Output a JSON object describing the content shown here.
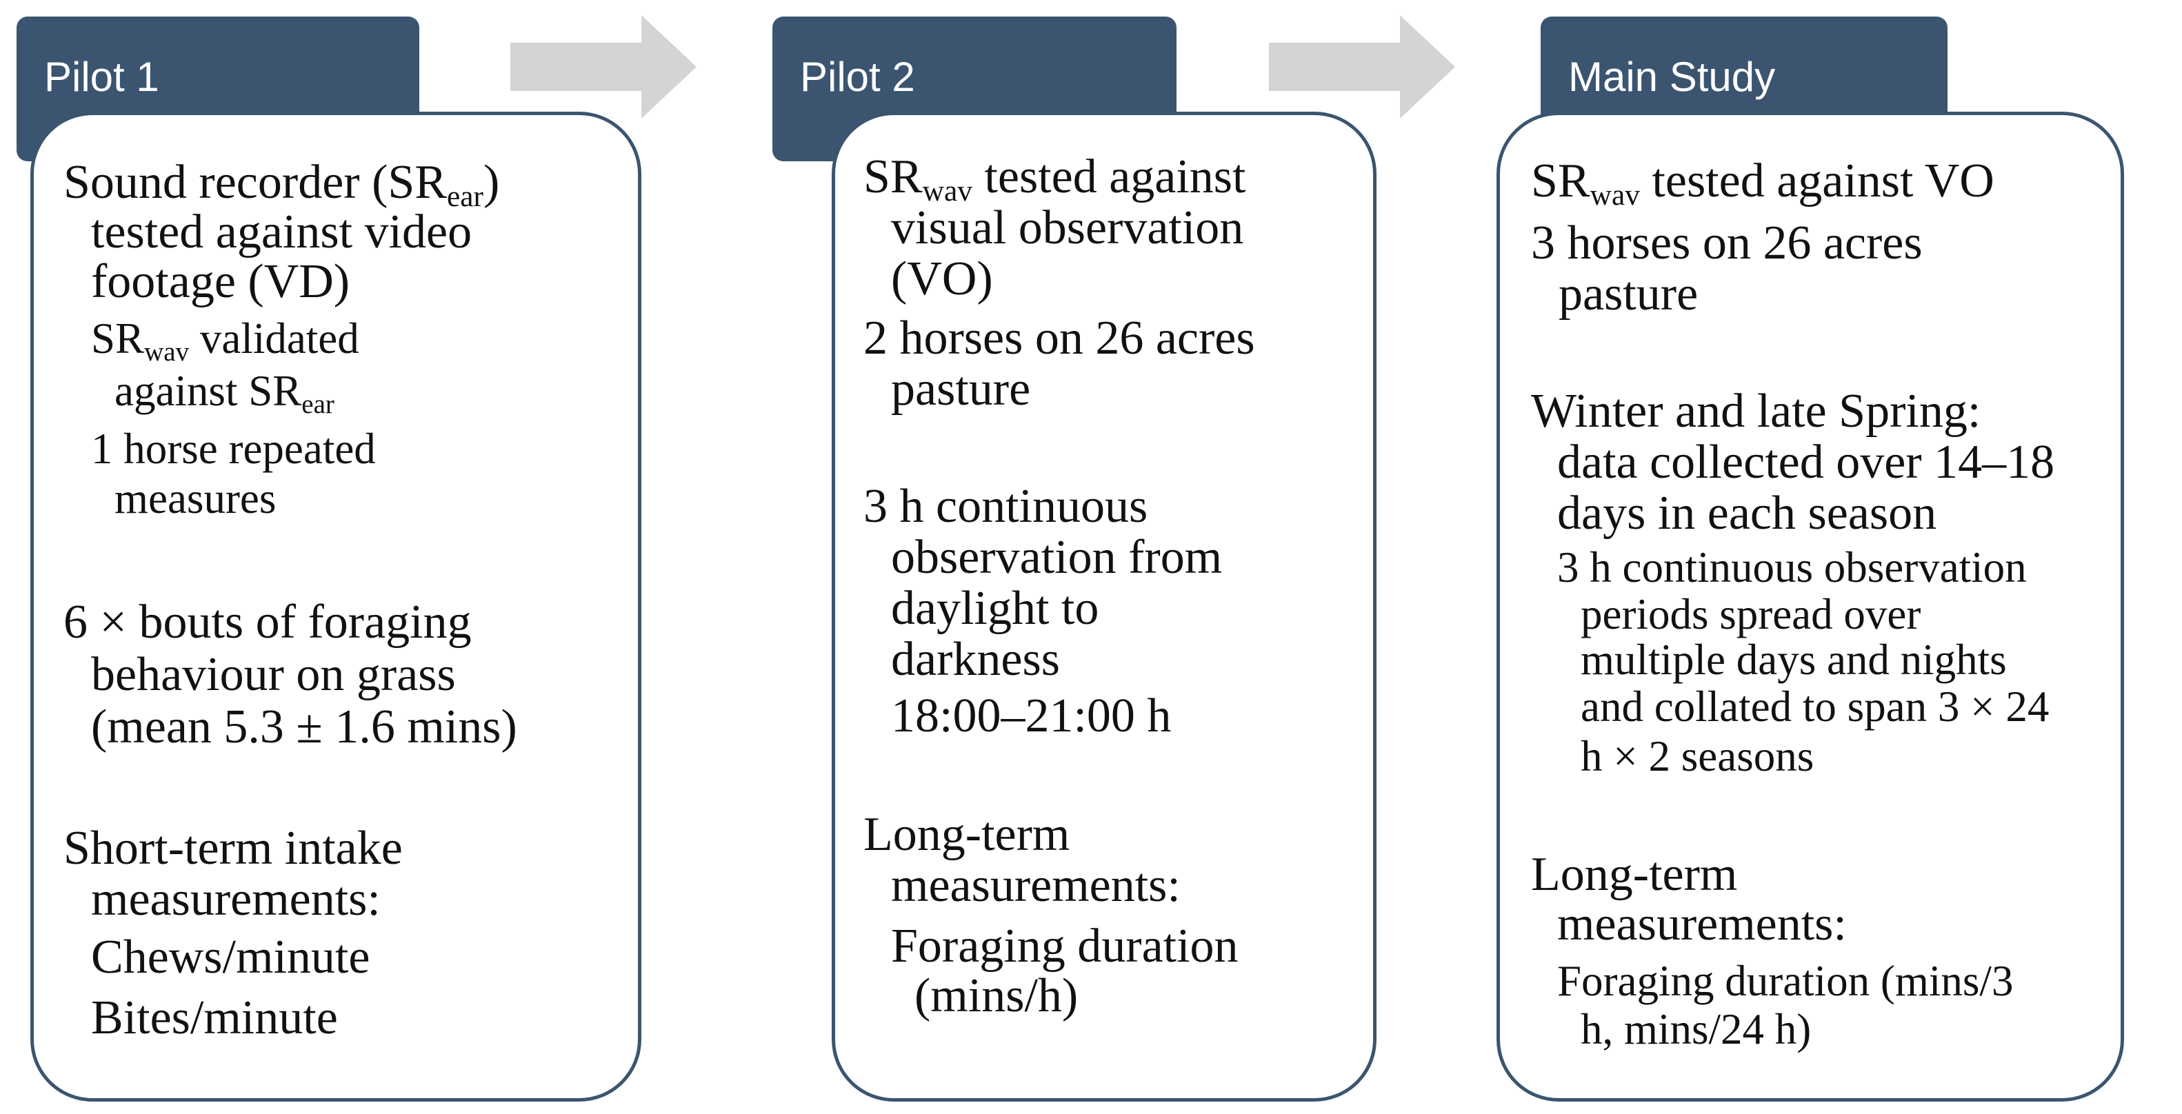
{
  "colors": {
    "tab": "#3b5570",
    "border": "#3b5570",
    "arrow": "#d4d4d4",
    "tab_text": "#ffffff"
  },
  "stages": [
    {
      "label": "Pilot 1",
      "lines": [
        {
          "t": "Sound recorder (SR",
          "s": "ear",
          "a": ")"
        },
        {
          "t": "tested against video"
        },
        {
          "t": "footage (VD)"
        },
        {
          "t": "SR",
          "s": "wav",
          "a": " validated"
        },
        {
          "t": "against SR",
          "s": "ear"
        },
        {
          "t": "1 horse repeated"
        },
        {
          "t": "measures"
        },
        {
          "t": "6 × bouts of foraging"
        },
        {
          "t": "behaviour on grass"
        },
        {
          "t": "(mean 5.3 ± 1.6 mins)"
        },
        {
          "t": "Short-term intake"
        },
        {
          "t": "measurements:"
        },
        {
          "t": "Chews/minute"
        },
        {
          "t": "Bites/minute"
        }
      ]
    },
    {
      "label": "Pilot 2",
      "lines": [
        {
          "t": "SR",
          "s": "wav",
          "a": " tested against"
        },
        {
          "t": "visual observation"
        },
        {
          "t": "(VO)"
        },
        {
          "t": "2 horses on 26 acres"
        },
        {
          "t": "pasture"
        },
        {
          "t": "3 h continuous"
        },
        {
          "t": "observation from"
        },
        {
          "t": "daylight to"
        },
        {
          "t": "darkness"
        },
        {
          "t": "18:00–21:00 h"
        },
        {
          "t": "Long-term"
        },
        {
          "t": "measurements:"
        },
        {
          "t": "Foraging duration"
        },
        {
          "t": "(mins/h)"
        }
      ]
    },
    {
      "label": "Main Study",
      "lines": [
        {
          "t": "SR",
          "s": "wav",
          "a": " tested against VO"
        },
        {
          "t": "3 horses on 26 acres"
        },
        {
          "t": "pasture"
        },
        {
          "t": "Winter and late Spring:"
        },
        {
          "t": "data collected over 14–18"
        },
        {
          "t": "days in each season"
        },
        {
          "t": "3 h continuous observation"
        },
        {
          "t": "periods spread over"
        },
        {
          "t": "multiple days and nights"
        },
        {
          "t": "and collated to span 3 × 24"
        },
        {
          "t": "h × 2 seasons"
        },
        {
          "t": "Long-term"
        },
        {
          "t": "measurements:"
        },
        {
          "t": "Foraging duration (mins/3"
        },
        {
          "t": "h, mins/24 h)"
        }
      ]
    }
  ]
}
